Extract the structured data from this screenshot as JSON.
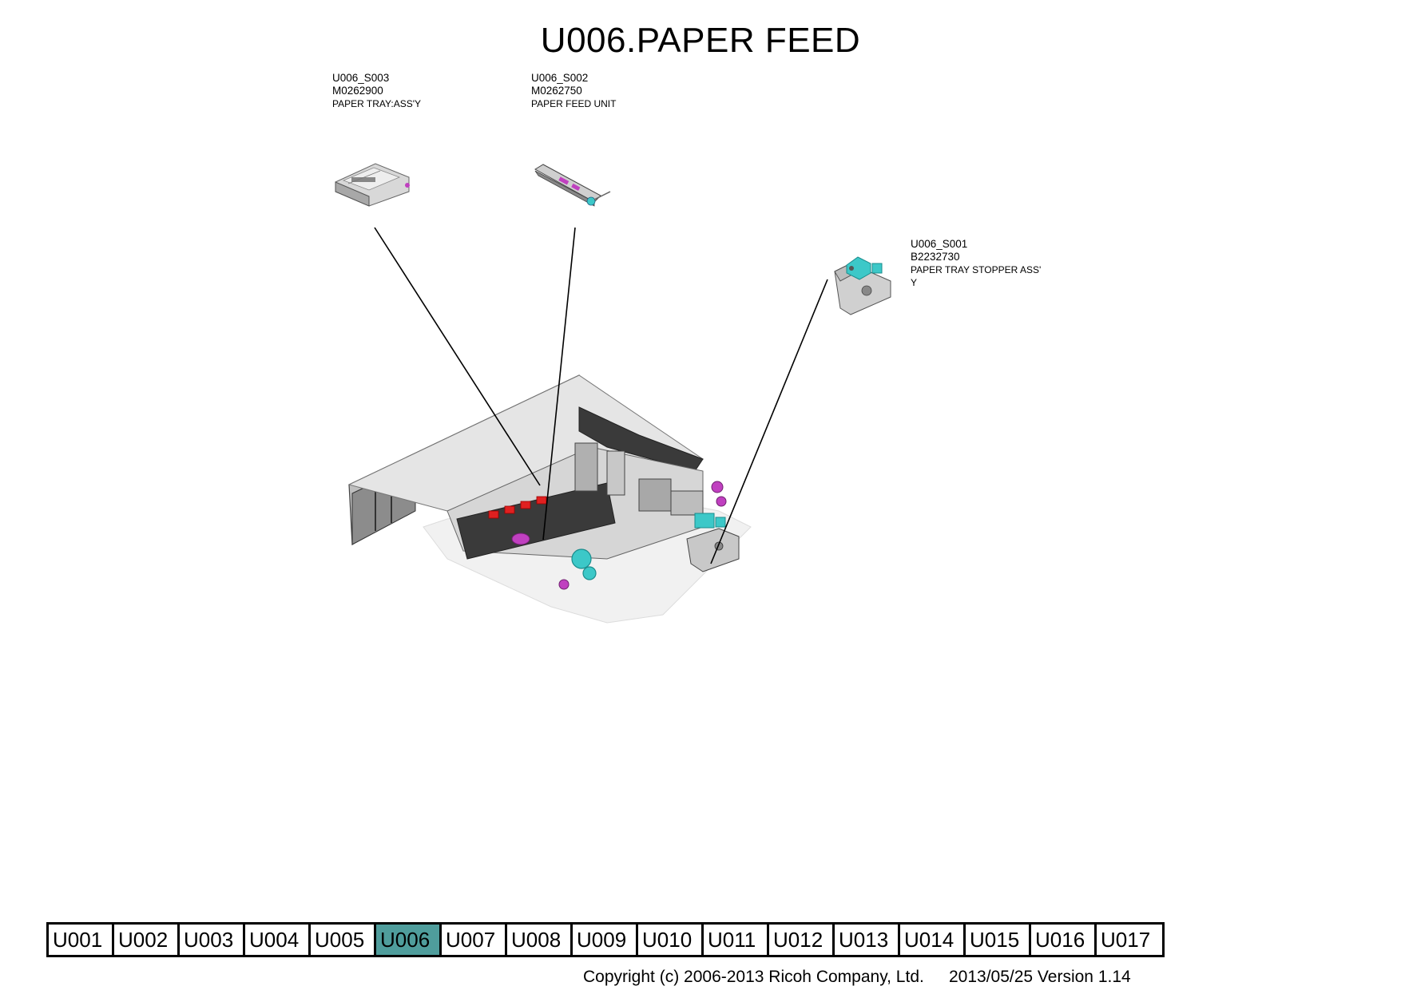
{
  "page": {
    "title": "U006.PAPER FEED"
  },
  "parts": [
    {
      "id": "U006_S003",
      "number": "M0262900",
      "name": "PAPER TRAY:ASS'Y"
    },
    {
      "id": "U006_S002",
      "number": "M0262750",
      "name": "PAPER FEED UNIT"
    },
    {
      "id": "U006_S001",
      "number": "B2232730",
      "name": "PAPER TRAY STOPPER ASS'",
      "name_cont": "Y"
    }
  ],
  "nav": {
    "active": "U006",
    "items": [
      "U001",
      "U002",
      "U003",
      "U004",
      "U005",
      "U006",
      "U007",
      "U008",
      "U009",
      "U010",
      "U011",
      "U012",
      "U013",
      "U014",
      "U015",
      "U016",
      "U017"
    ]
  },
  "footer": {
    "copyright": "Copyright (c) 2006-2013 Ricoh Company, Ltd.",
    "version": "2013/05/25 Version 1.14"
  },
  "colors": {
    "active_tab": "#4f9d9c",
    "accent_cyan": "#3cc8c8",
    "accent_magenta": "#c040c0",
    "accent_red": "#e02020"
  }
}
